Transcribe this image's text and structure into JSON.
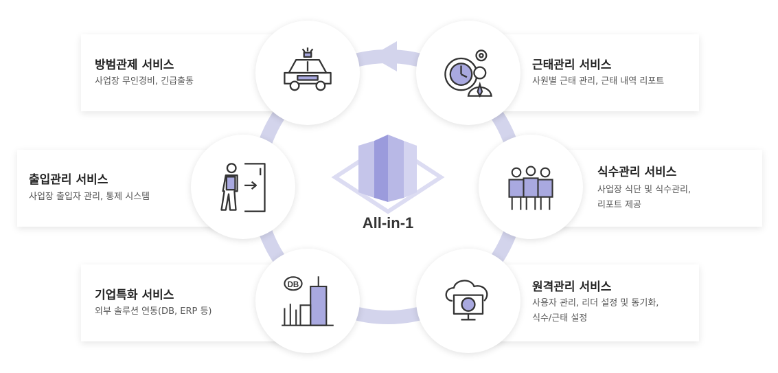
{
  "center": {
    "label": "All-in-1"
  },
  "services": {
    "security": {
      "title": "방범관제 서비스",
      "desc": [
        "사업장 무인경비, 긴급출동"
      ],
      "icon": "police-car-icon"
    },
    "attendance": {
      "title": "근태관리 서비스",
      "desc": [
        "사원별 근태 관리, 근태 내역 리포트"
      ],
      "icon": "clock-employee-gear-icon"
    },
    "access": {
      "title": "출입관리 서비스",
      "desc": [
        "사업장 출입자 관리, 통제 시스템"
      ],
      "icon": "person-entering-door-icon"
    },
    "meal": {
      "title": "식수관리 서비스",
      "desc": [
        "사업장 식단 및 식수관리,",
        "리포트 제공"
      ],
      "icon": "workers-group-icon"
    },
    "enterprise": {
      "title": "기업특화 서비스",
      "desc": [
        "외부 솔루션 연동(DB, ERP 등)"
      ],
      "icon": "db-buildings-icon"
    },
    "remote": {
      "title": "원격관리 서비스",
      "desc": [
        "사용자 관리, 리더 설정 및 동기화,",
        "식수/근태 설정"
      ],
      "icon": "cloud-monitor-icon"
    }
  },
  "colors": {
    "ring": "#d3d4ec",
    "accent": "#a9a9e0",
    "accent_dark": "#8d8ed6",
    "icon_line": "#333333"
  }
}
